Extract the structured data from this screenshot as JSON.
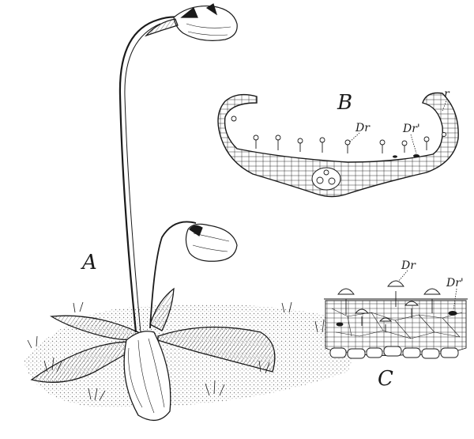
{
  "figure": {
    "panels": {
      "a": {
        "label": "A"
      },
      "b": {
        "label": "B",
        "callouts": {
          "dr": "Dr",
          "dr_prime": "Dr'",
          "r": "r"
        }
      },
      "c": {
        "label": "C",
        "callouts": {
          "dr": "Dr",
          "dr_prime": "Dr'"
        }
      }
    }
  }
}
